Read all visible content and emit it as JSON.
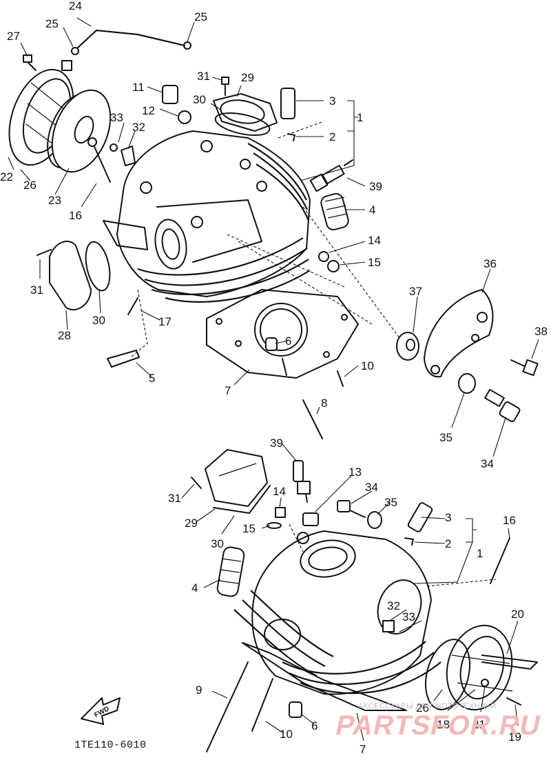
{
  "diagram": {
    "code": "1TE110-6010",
    "fwd_label": "FWD",
    "watermark": {
      "text": "PARTSFOR.RU",
      "subtext": "АКСЕССУАРЫ ДЛЯ МОТОТЕХНИКИ"
    },
    "top_labels": {
      "l1": "1",
      "l2": "2",
      "l3": "3",
      "l4": "4",
      "l5": "5",
      "l6": "6",
      "l7": "7",
      "l8": "8",
      "l10": "10",
      "l11": "11",
      "l12": "12",
      "l14": "14",
      "l15": "15",
      "l16": "16",
      "l17": "17",
      "l22": "22",
      "l23": "23",
      "l24": "24",
      "l25a": "25",
      "l25b": "25",
      "l26": "26",
      "l27": "27",
      "l28": "28",
      "l29": "29",
      "l30a": "30",
      "l30b": "30",
      "l31a": "31",
      "l31b": "31",
      "l32": "32",
      "l33": "33",
      "l34": "34",
      "l35": "35",
      "l36": "36",
      "l37": "37",
      "l38": "38",
      "l39": "39"
    },
    "bottom_labels": {
      "l1": "1",
      "l2": "2",
      "l3": "3",
      "l4": "4",
      "l6": "6",
      "l7": "7",
      "l9": "9",
      "l10": "10",
      "l13": "13",
      "l14": "14",
      "l15": "15",
      "l16": "16",
      "l18": "18",
      "l19": "19",
      "l20": "20",
      "l21": "21",
      "l26": "26",
      "l29": "29",
      "l30": "30",
      "l31": "31",
      "l32": "32",
      "l33": "33",
      "l34": "34",
      "l35": "35",
      "l39": "39"
    }
  }
}
